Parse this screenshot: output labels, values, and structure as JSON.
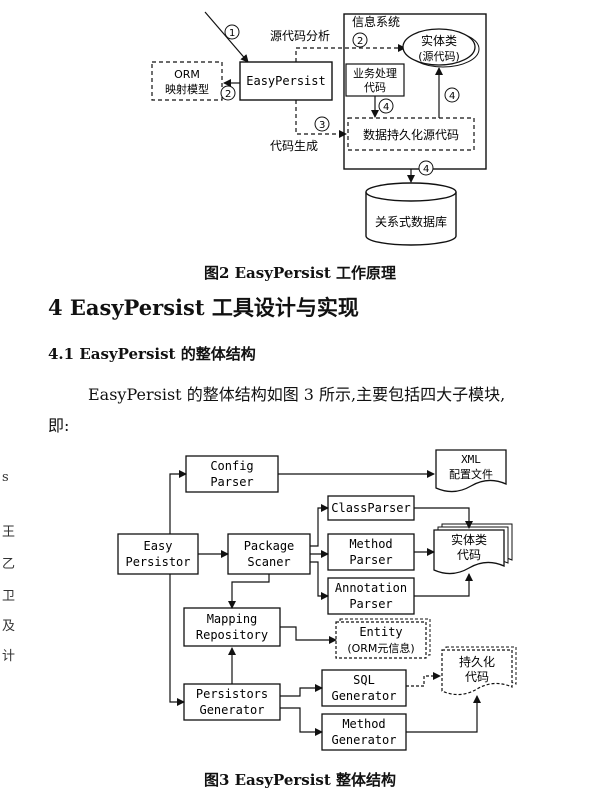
{
  "fig2": {
    "step1": "1",
    "step2a": "2",
    "step2b": "2",
    "step3": "3",
    "step4a": "4",
    "step4b": "4",
    "step4c": "4",
    "label_source_analysis": "源代码分析",
    "label_info_system": "信息系统",
    "label_code_gen": "代码生成",
    "box_orm_line1": "ORM",
    "box_orm_line2": "映射模型",
    "box_easypersist": "EasyPersist",
    "box_entity_line1": "实体类",
    "box_entity_line2": "(源代码)",
    "box_business_line1": "业务处理",
    "box_business_line2": "代码",
    "box_persist_source": "数据持久化源代码",
    "box_database": "关系式数据库",
    "caption": "图2   EasyPersist 工作原理"
  },
  "section": {
    "heading": "4 EasyPersist 工具设计与实现",
    "subheading": "4.1 EasyPersist 的整体结构",
    "para_line1": "EasyPersist 的整体结构如图 3 所示,主要包括四大子模块,",
    "para_line2": "即:"
  },
  "margin": {
    "g1": "s",
    "g2": "王",
    "g3": "乙",
    "g4": "卫",
    "g5": "及",
    "g6": "计"
  },
  "fig3": {
    "easy_line1": "Easy",
    "easy_line2": "Persistor",
    "config_line1": "Config",
    "config_line2": "Parser",
    "xml_line1": "XML",
    "xml_line2": "配置文件",
    "classparser": "ClassParser",
    "package_line1": "Package",
    "package_line2": "Scaner",
    "method_parser_line1": "Method",
    "method_parser_line2": "Parser",
    "entity_cls_line1": "实体类",
    "entity_cls_line2": "代码",
    "annotation_line1": "Annotation",
    "annotation_line2": "Parser",
    "mapping_line1": "Mapping",
    "mapping_line2": "Repository",
    "entity_meta_line1": "Entity",
    "entity_meta_line2": "(ORM元信息)",
    "persistors_line1": "Persistors",
    "persistors_line2": "Generator",
    "sql_line1": "SQL",
    "sql_line2": "Generator",
    "persist_code_line1": "持久化",
    "persist_code_line2": "代码",
    "method_gen_line1": "Method",
    "method_gen_line2": "Generator",
    "caption": "图3   EasyPersist 整体结构"
  }
}
